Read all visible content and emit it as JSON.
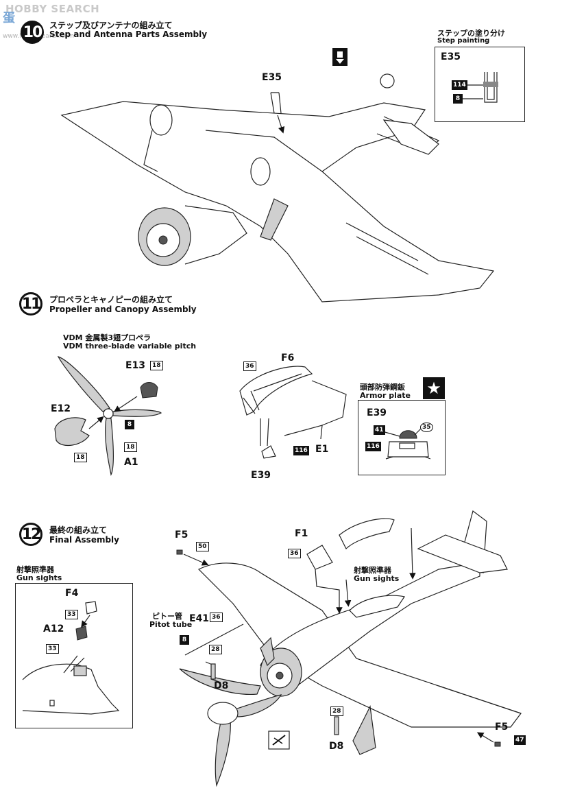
{
  "watermark": {
    "brand": "HOBBY SEARCH",
    "cn_logo": "蛋",
    "site": "www.hobbysearch.com"
  },
  "step10": {
    "number": "10",
    "title_jp": "ステップ及びアンテナの組み立て",
    "title_en": "Step and Antenna Parts Assembly",
    "part_label": "E35",
    "glue_icon": "glue-icon",
    "inset": {
      "title_jp": "ステップの塗り分け",
      "title_en": "Step painting",
      "part": "E35",
      "color1": "114",
      "color2": "8"
    }
  },
  "step11": {
    "number": "11",
    "title_jp": "プロペラとキャノピーの組み立て",
    "title_en": "Propeller and Canopy Assembly",
    "prop_title_jp": "VDM 金属製3翅プロペラ",
    "prop_title_en": "VDM three-blade variable pitch",
    "parts": {
      "e13": "E13",
      "e13_color": "18",
      "e12": "E12",
      "e12_color": "18",
      "spinner_color": "8",
      "a1_color": "18",
      "a1": "A1"
    },
    "canopy": {
      "f6_color": "36",
      "f6": "F6",
      "e1_color": "116",
      "e1": "E1",
      "e39": "E39"
    },
    "armor": {
      "title_jp": "頭部防弾鋼鈑",
      "title_en": "Armor plate",
      "part": "E39",
      "c41": "41",
      "c35": "35",
      "c116": "116",
      "star_icon": "star-icon"
    }
  },
  "step12": {
    "number": "12",
    "title_jp": "最終の組み立て",
    "title_en": "Final Assembly",
    "gun_sight_jp": "射撃照準器",
    "gun_sight_en": "Gun sights",
    "inset": {
      "f4": "F4",
      "f4_color": "33",
      "a12": "A12",
      "a12_color": "33",
      "bottom_color": "33"
    },
    "parts": {
      "f5_top": "F5",
      "f5_top_color": "50",
      "f1": "F1",
      "f1_color": "36",
      "gun_jp": "射撃照準器",
      "gun_en": "Gun sights",
      "pitot_jp": "ピトー管",
      "pitot_en": "Pitot tube",
      "e41": "E41",
      "e41_color": "36",
      "pitot_color": "8",
      "d8_color": "28",
      "d8": "D8",
      "d8b_color": "28",
      "d8b": "D8",
      "f5_bot": "F5",
      "f5_bot_color": "47",
      "nodrill_icon": "no-glue-icon"
    }
  }
}
